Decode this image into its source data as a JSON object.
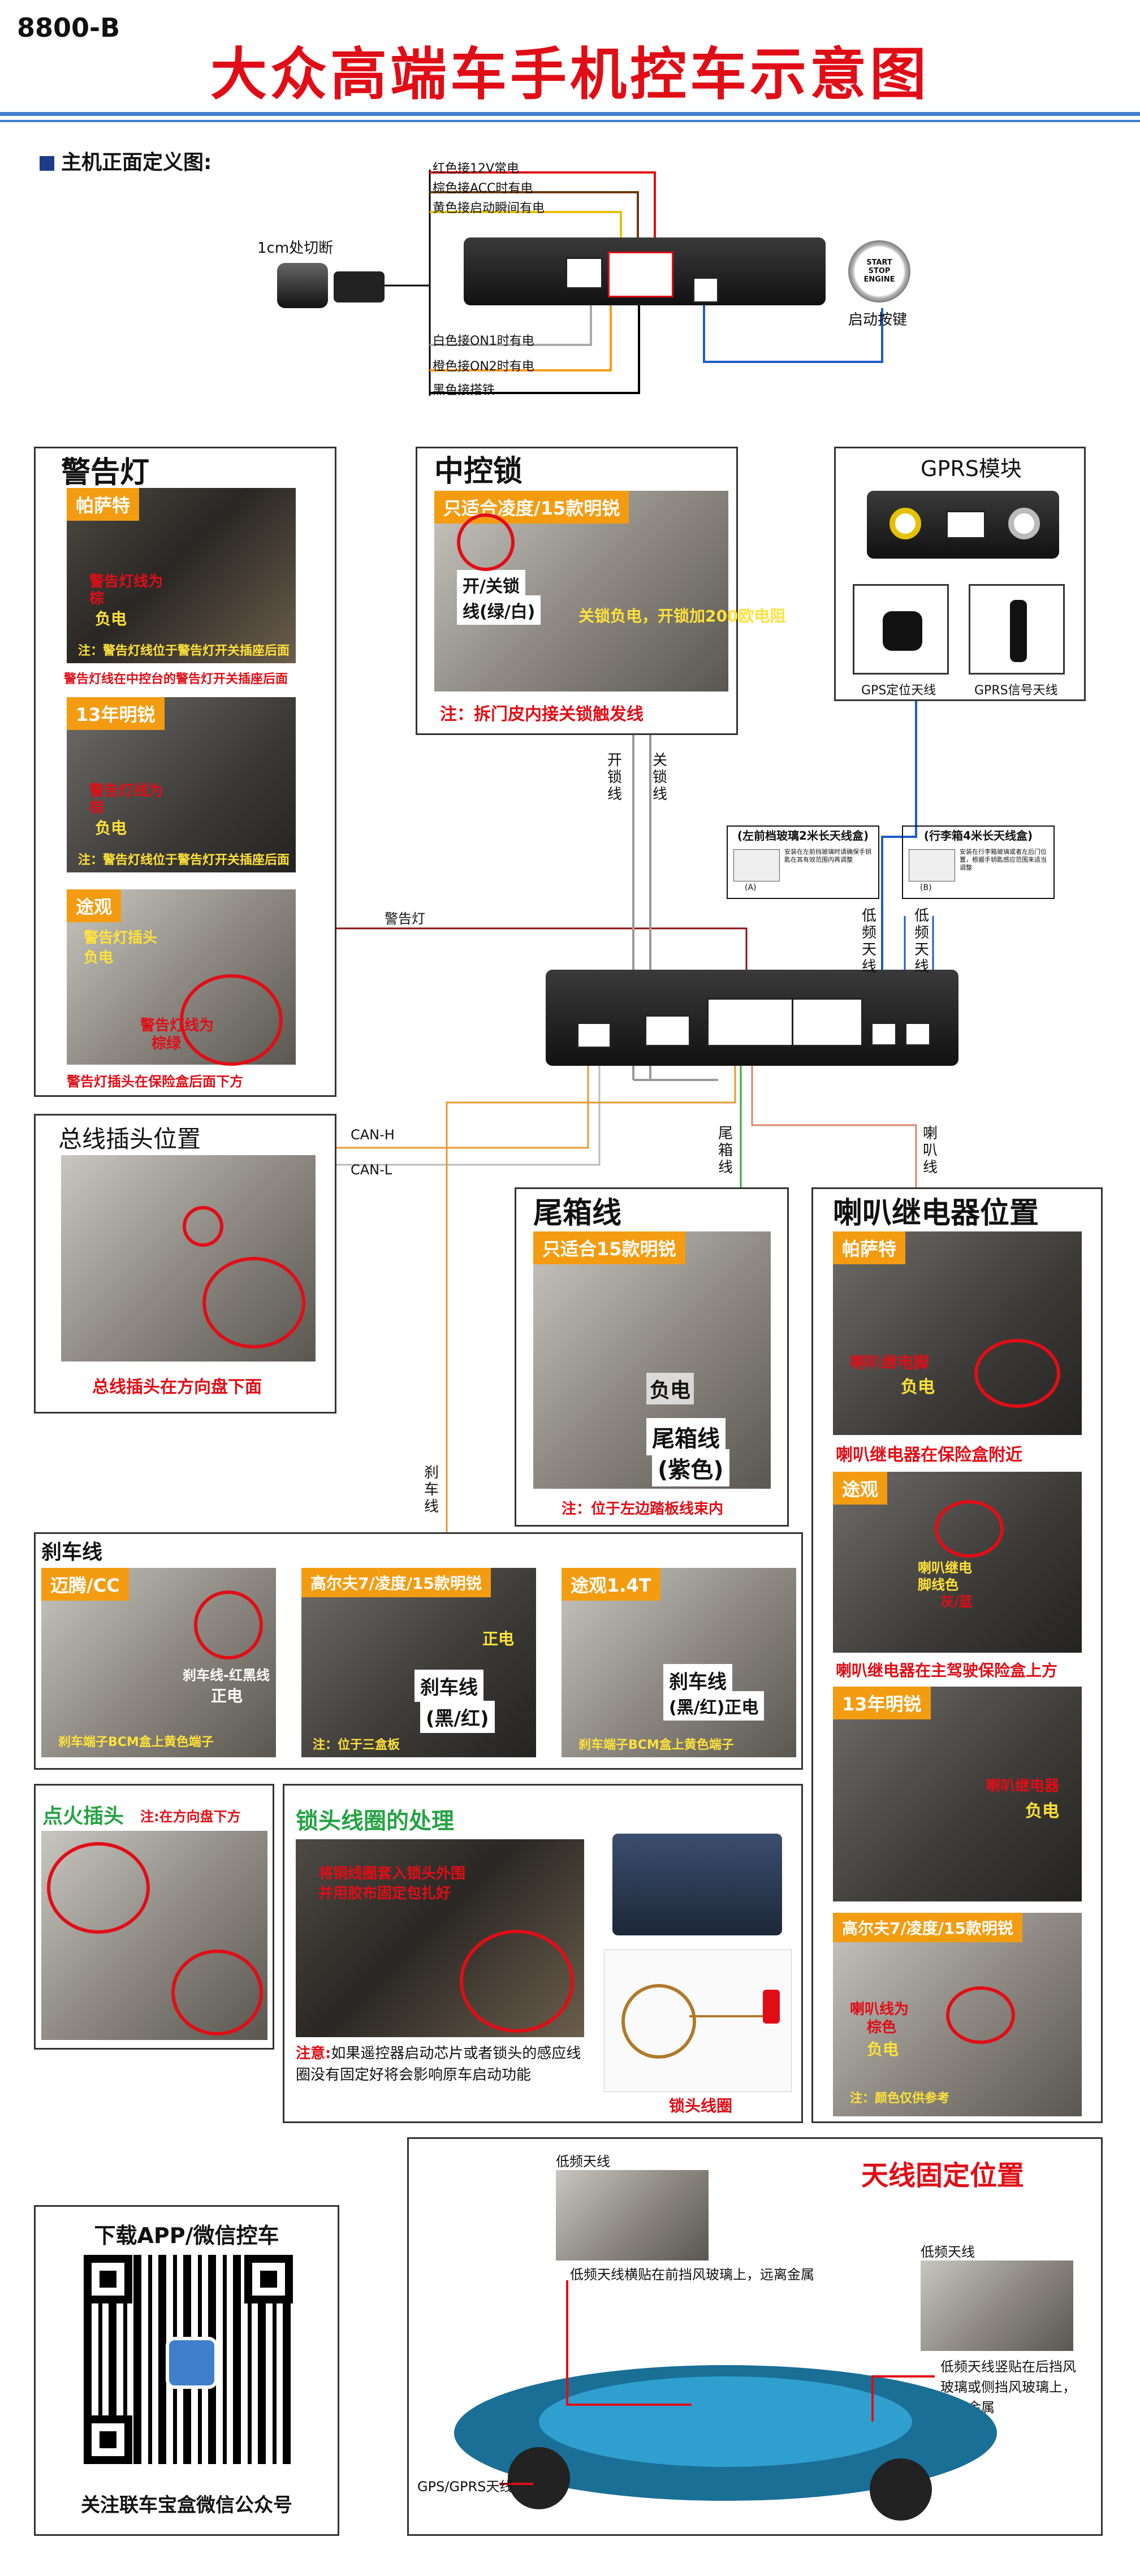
{
  "header": {
    "model": "8800-B",
    "title": "大众高端车手机控车示意图"
  },
  "host_section": {
    "heading": "主机正面定义图:",
    "wires": [
      "红色接12V常电",
      "棕色接ACC时有电",
      "黄色接启动瞬间有电",
      "白色接ON1时有电",
      "橙色接ON2时有电",
      "黑色接搭铁"
    ],
    "cut_label": "1cm处切断",
    "start_button_label": "启动按键",
    "button_text": [
      "START",
      "STOP",
      "ENGINE"
    ]
  },
  "warning_light": {
    "title": "警告灯",
    "passat": {
      "tag": "帕萨特",
      "label1": "警告灯线为",
      "label1b": "棕",
      "label2": "负电",
      "note": "注：警告灯线位于警告灯开关插座后面",
      "caption": "警告灯线在中控台的警告灯开关插座后面"
    },
    "magotan13": {
      "tag": "13年明锐",
      "label1": "警告灯线为",
      "label1b": "棕",
      "label2": "负电",
      "note": "注：警告灯线位于警告灯开关插座后面"
    },
    "tiguan": {
      "tag": "途观",
      "label1": "警告灯插头",
      "label2": "负电",
      "label3": "警告灯线为",
      "label3b": "棕绿",
      "caption": "警告灯插头在保险盒后面下方"
    }
  },
  "central_lock": {
    "title": "中控锁",
    "tag": "只适合凌度/15款明锐",
    "label1": "开/关锁",
    "label1b": "线(绿/白)",
    "label2": "关锁负电，开锁加200欧电阻",
    "note": "注：拆门皮内接关锁触发线"
  },
  "gprs": {
    "title": "GPRS模块",
    "gps_antenna": "GPS定位天线",
    "gprs_antenna": "GPRS信号天线"
  },
  "antenna_boxes": {
    "left_title": "(左前档玻璃2米长天线盒)",
    "left_tag": "(A)",
    "left_text": "安装在左前挡玻璃时请确保手钥匙在其有效范围内再调整",
    "right_title": "(行李箱4米长天线盒)",
    "right_tag": "(B)",
    "right_text": "安装在行李箱玻璃或者左后门位置，根据手钥匙感应范围来适当调整"
  },
  "wire_labels": {
    "warning": "警告灯",
    "open_lock": "开锁线",
    "close_lock": "关锁线",
    "lf_antenna1": "低频天线",
    "lf_antenna2": "低频天线",
    "can_h": "CAN-H",
    "can_l": "CAN-L",
    "trunk": "尾箱线",
    "horn": "喇叭线",
    "brake": "刹车线"
  },
  "bus_plug": {
    "title": "总线插头位置",
    "caption": "总线插头在方向盘下面"
  },
  "trunk": {
    "title": "尾箱线",
    "tag": "只适合15款明锐",
    "label1": "负电",
    "label2": "尾箱线",
    "label2b": "(紫色)",
    "note": "注：位于左边踏板线束内"
  },
  "horn_relay": {
    "title": "喇叭继电器位置",
    "passat": {
      "tag": "帕萨特",
      "label1": "喇叭继电脚",
      "label2": "负电",
      "caption": "喇叭继电器在保险盒附近"
    },
    "tiguan": {
      "tag": "途观",
      "label1": "喇叭继电",
      "label2": "脚线色",
      "label3": "灰/蓝",
      "caption": "喇叭继电器在主驾驶保险盒上方"
    },
    "magotan13": {
      "tag": "13年明锐",
      "label1": "喇叭继电器",
      "label2": "负电"
    },
    "golf": {
      "tag": "高尔夫7/凌度/15款明锐",
      "label1": "喇叭线为",
      "label2": "棕色",
      "label3": "负电",
      "note": "注：颜色仅供参考"
    }
  },
  "brake": {
    "title": "刹车线",
    "magotan": {
      "tag": "迈腾/CC",
      "label1": "刹车线-红黑线",
      "label2": "正电",
      "note": "刹车端子BCM盒上黄色端子"
    },
    "golf": {
      "tag": "高尔夫7/凌度/15款明锐",
      "label1": "正电",
      "label2": "刹车线",
      "label2b": "(黑/红)",
      "note": "注：位于三盒板"
    },
    "tiguan": {
      "tag": "途观1.4T",
      "label1": "刹车线",
      "label2": "(黑/红)正电",
      "note": "刹车端子BCM盒上黄色端子"
    }
  },
  "ignition": {
    "title": "点火插头",
    "note": "注:在方向盘下方"
  },
  "lock_coil": {
    "title": "锁头线圈的处理",
    "photo_text1": "将铜线圈套入锁头外围",
    "photo_text2": "并用胶布固定包扎好",
    "note_label": "注意:",
    "note": "如果遥控器启动芯片或者锁头的感应线圈没有固定好将会影响原车启动功能",
    "coil_label": "锁头线圈"
  },
  "antenna_position": {
    "title": "天线固定位置",
    "lf_label1": "低频天线",
    "lf_text1": "低频天线横贴在前挡风玻璃上，远离金属",
    "lf_label2": "低频天线",
    "lf_text2": "低频天线竖贴在后挡风玻璃或侧挡风玻璃上，远离金属",
    "gps_label": "GPS/GPRS天线"
  },
  "app": {
    "title": "下载APP/微信控车",
    "caption": "关注联车宝盒微信公众号"
  },
  "colors": {
    "title_red": "#e10d16",
    "accent_blue": "#3f7fcb",
    "tag_orange": "#f39c12",
    "note_red": "#e10d16"
  }
}
